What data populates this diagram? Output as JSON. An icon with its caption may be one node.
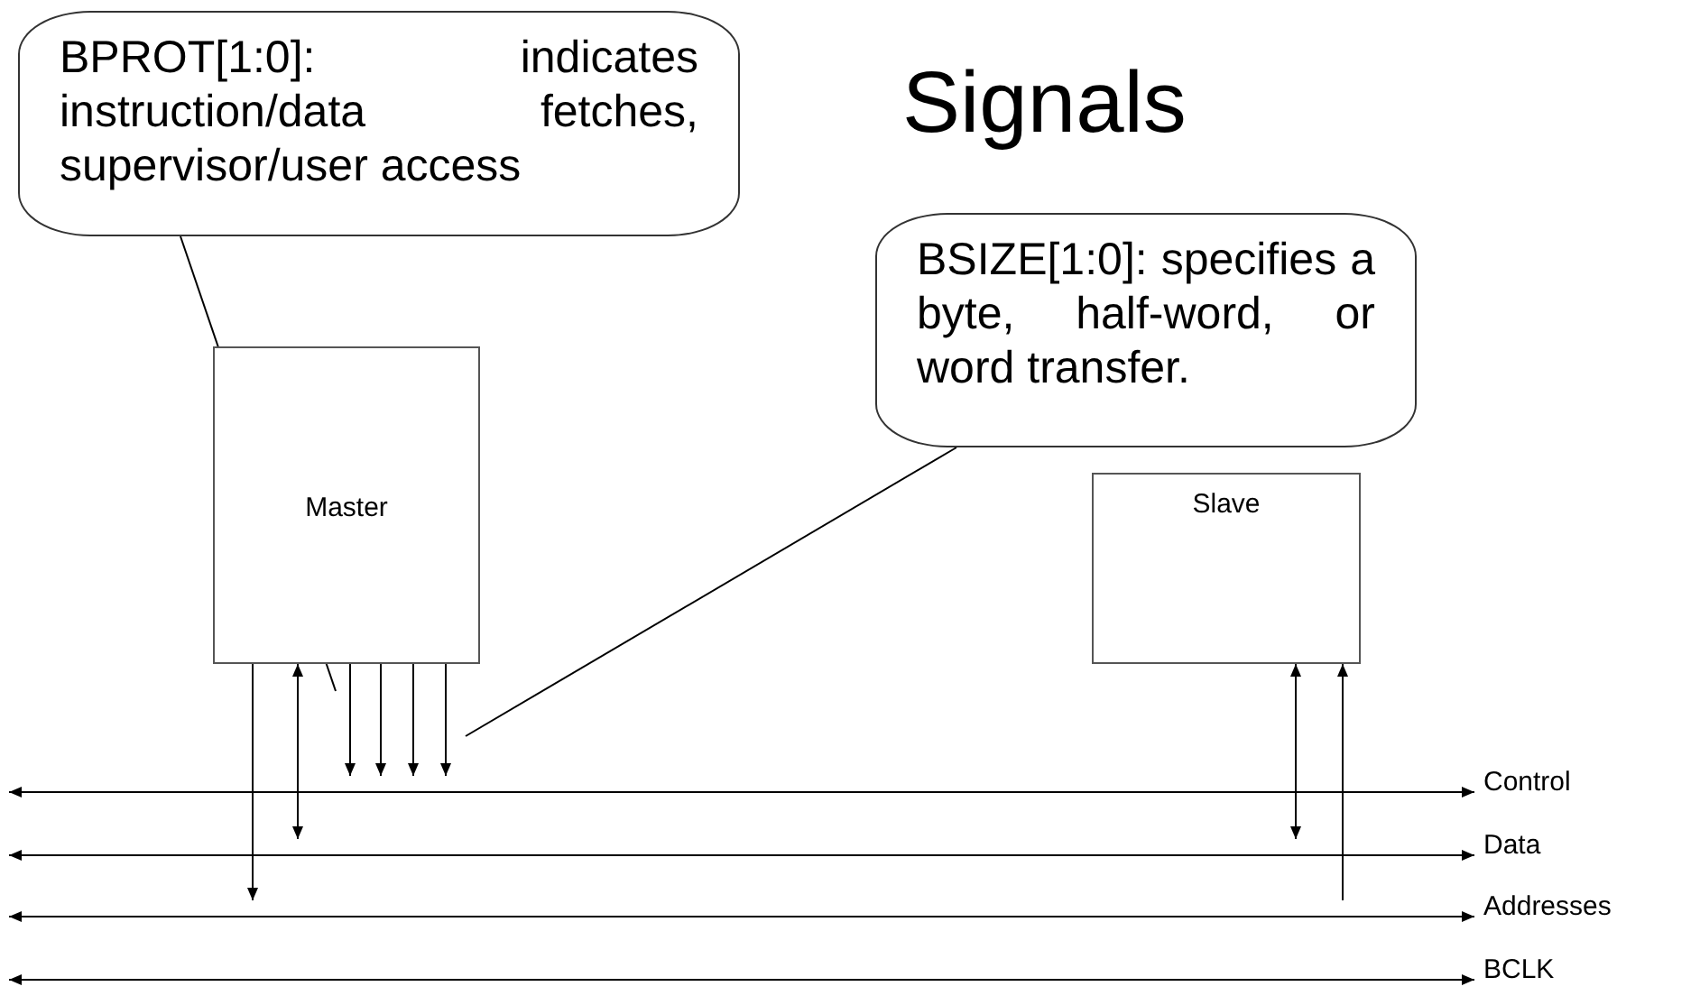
{
  "diagram": {
    "title": "Signals",
    "nodes": [
      {
        "text": [
          "BPROT[1:0]: indicates instruction/data fetches, supervisor/user access"
        ]
      },
      {
        "text": [
          "BSIZE[1:0]: specifies a byte, half-word, or word transfer."
        ]
      },
      {
        "text": [
          "Master"
        ]
      },
      {
        "text": [
          "Slave"
        ]
      },
      {
        "text": [],
        "shape": "bar",
        "beside": [
          "Control"
        ]
      },
      {
        "text": [],
        "shape": "bar",
        "beside": [
          "Data"
        ]
      },
      {
        "text": [],
        "shape": "bar",
        "beside": [
          "Addresses"
        ]
      },
      {
        "text": [],
        "shape": "bar",
        "beside": [
          "BCLK"
        ]
      }
    ],
    "edges": [
      {
        "from": 0,
        "to": null,
        "arrow": "none"
      },
      {
        "from": 1,
        "to": null,
        "arrow": "none"
      },
      {
        "from": 2,
        "to": 4,
        "arrow": "to"
      },
      {
        "from": 2,
        "to": 4,
        "arrow": "to"
      },
      {
        "from": 2,
        "to": 4,
        "arrow": "to"
      },
      {
        "from": 2,
        "to": 4,
        "arrow": "to"
      },
      {
        "from": 2,
        "to": 5,
        "arrow": "both"
      },
      {
        "from": 2,
        "to": 6,
        "arrow": "to"
      },
      {
        "from": 3,
        "to": 5,
        "arrow": "both"
      },
      {
        "from": 6,
        "to": 3,
        "arrow": "to"
      }
    ]
  }
}
